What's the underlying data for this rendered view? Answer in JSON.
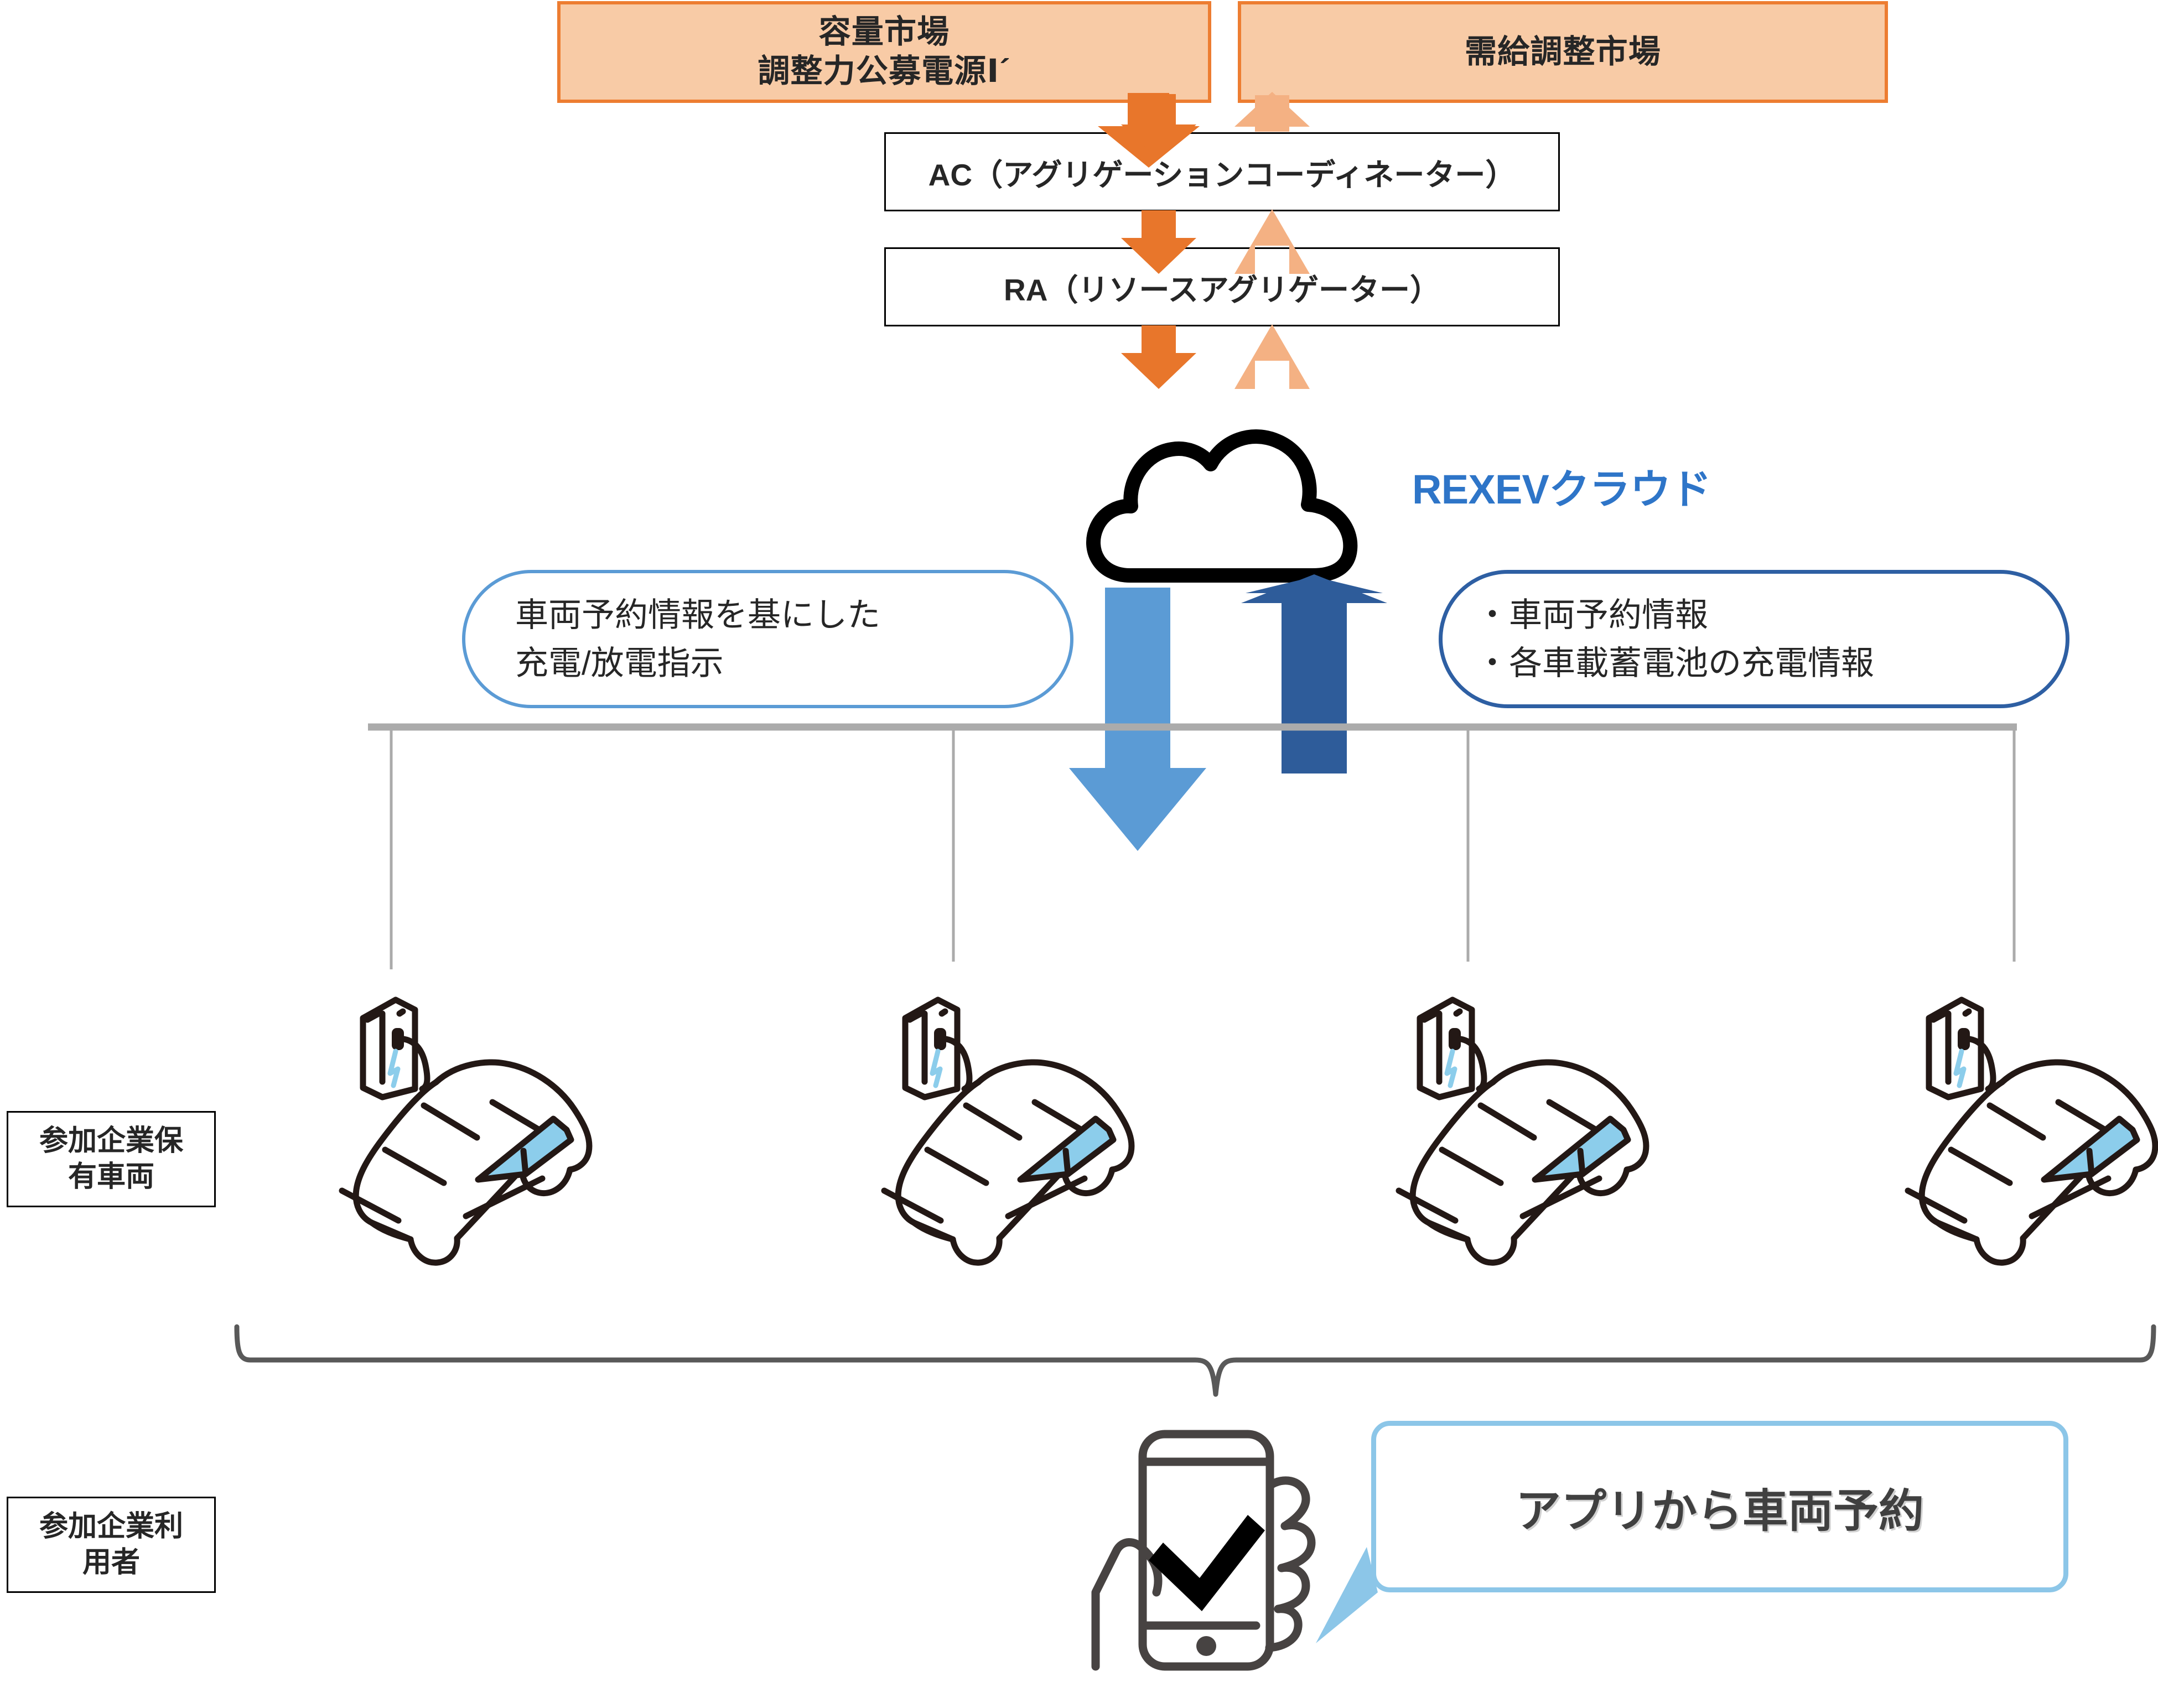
{
  "diagram": {
    "title": "REXEV cloud EV aggregation service flow",
    "colors": {
      "market_fill": "#F8CBA6",
      "market_border": "#ED7D31",
      "arrow_down_orange": "#E8762B",
      "arrow_up_orange": "#F4B183",
      "arrow_down_blue": "#5B9BD5",
      "arrow_up_blue": "#2E5C9A",
      "rexev_text": "#2E75C8",
      "bubble_light_border": "#5B9BD5",
      "bubble_dark_border": "#2E5FA3",
      "balloon_border": "#8CC6E8",
      "line_gray": "#ABABAB",
      "brace_gray": "#595959",
      "car_outline": "#231815",
      "car_window": "#8CCDEB",
      "phone_outline": "#474342"
    },
    "markets": [
      {
        "id": "capacity-market",
        "lines": [
          "容量市場",
          "調整力公募電源Ⅰ´"
        ]
      },
      {
        "id": "balancing-market",
        "lines": [
          "需給調整市場"
        ]
      }
    ],
    "entities": [
      {
        "id": "ac",
        "label": "AC（アグリゲーションコーディネーター）"
      },
      {
        "id": "ra",
        "label": "RA（リソースアグリゲーター）"
      }
    ],
    "cloud": {
      "label": "REXEVクラウド",
      "icon": "cloud-icon"
    },
    "arrows": [
      {
        "id": "market-to-ac",
        "direction": "down",
        "color": "#E8762B"
      },
      {
        "id": "ac-to-market",
        "direction": "up",
        "color": "#F4B183"
      },
      {
        "id": "ac-to-ra",
        "direction": "down",
        "color": "#E8762B"
      },
      {
        "id": "ra-to-ac",
        "direction": "up",
        "color": "#F4B183"
      },
      {
        "id": "ra-to-cloud",
        "direction": "down",
        "color": "#E8762B"
      },
      {
        "id": "cloud-to-ra",
        "direction": "up",
        "color": "#F4B183"
      },
      {
        "id": "cloud-to-vehicles",
        "direction": "down",
        "color": "#5B9BD5"
      },
      {
        "id": "vehicles-to-cloud",
        "direction": "up",
        "color": "#2E5C9A"
      }
    ],
    "callouts": [
      {
        "id": "charge-discharge-instruction",
        "style": "light",
        "text": "車両予約情報を基にした\n充電/放電指示"
      },
      {
        "id": "vehicle-and-battery-info",
        "style": "dark",
        "text": "・車両予約情報\n・各車載蓄電池の充電情報"
      }
    ],
    "side_labels": [
      {
        "id": "member-owned-vehicles",
        "lines": [
          "参加企業保",
          "有車両"
        ]
      },
      {
        "id": "member-users",
        "lines": [
          "参加企業利",
          "用者"
        ]
      }
    ],
    "vehicles": [
      {
        "id": "vehicle-1",
        "icon": "ev-charging-car-icon"
      },
      {
        "id": "vehicle-2",
        "icon": "ev-charging-car-icon"
      },
      {
        "id": "vehicle-3",
        "icon": "ev-charging-car-icon"
      },
      {
        "id": "vehicle-4",
        "icon": "ev-charging-car-icon"
      }
    ],
    "app": {
      "icon": "smartphone-check-in-hand-icon",
      "balloon_text": "アプリから車両予約"
    }
  }
}
